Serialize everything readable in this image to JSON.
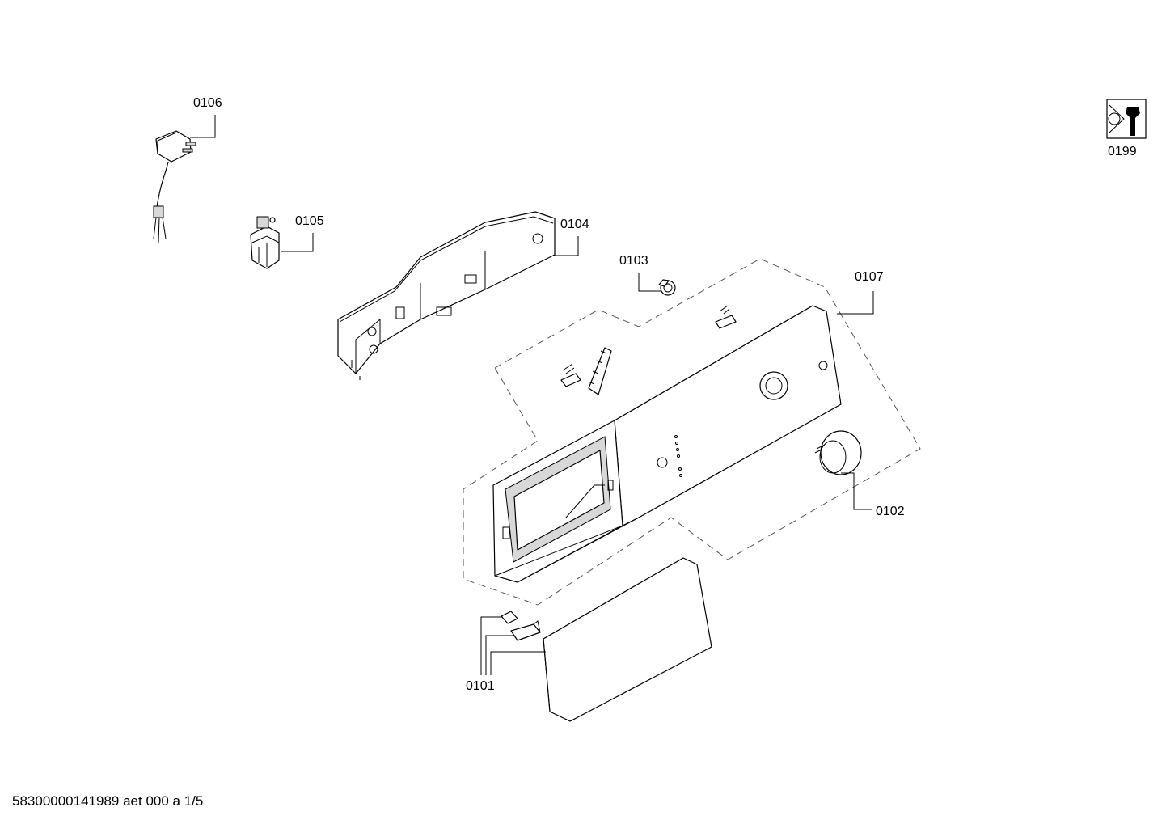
{
  "diagram": {
    "labels": {
      "p0101": "0101",
      "p0102": "0102",
      "p0103": "0103",
      "p0104": "0104",
      "p0105": "0105",
      "p0106": "0106",
      "p0107": "0107",
      "p0199": "0199"
    },
    "footer": "58300000141989 aet 000 a 1/5"
  }
}
